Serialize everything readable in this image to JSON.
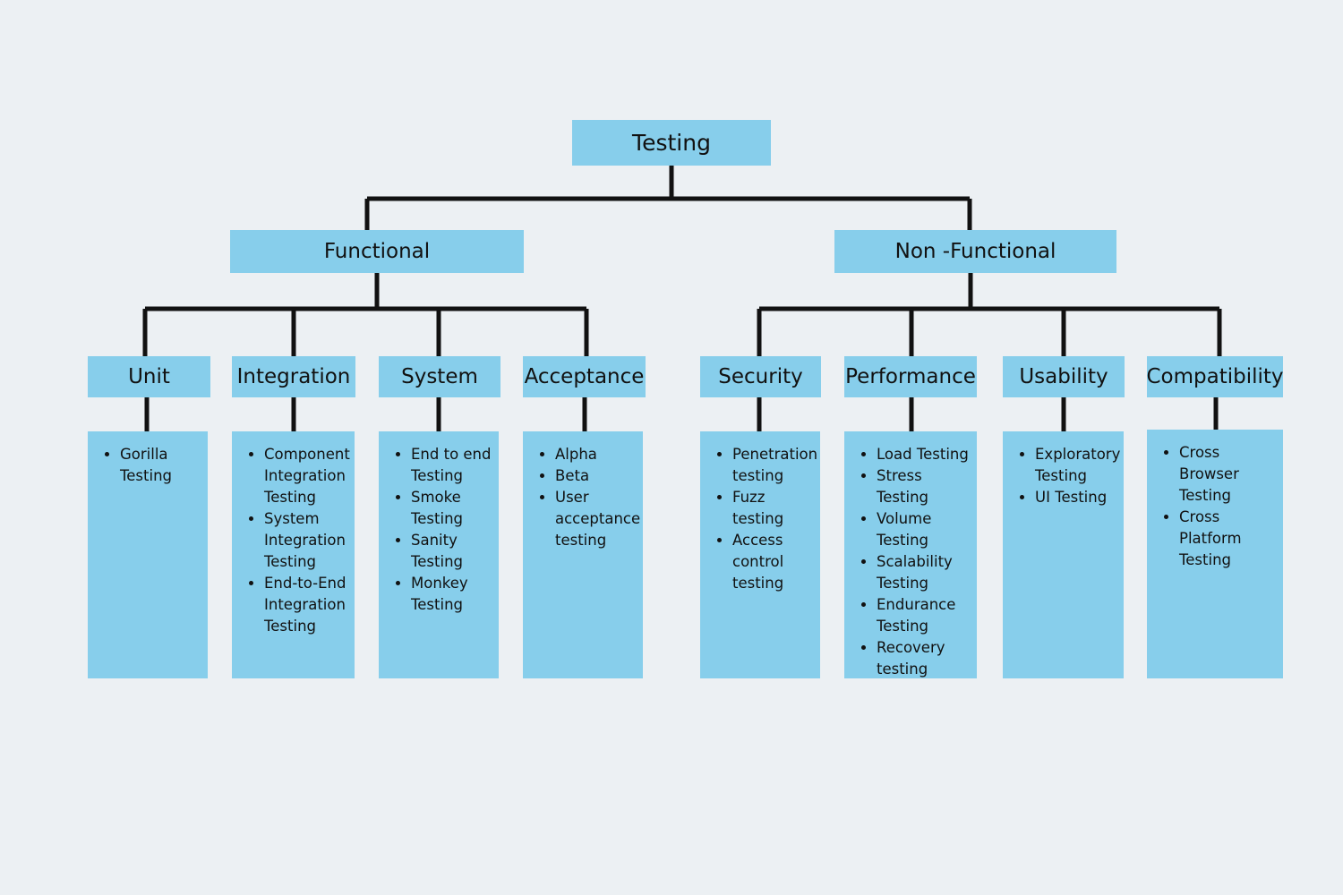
{
  "diagram": {
    "title": "Testing",
    "colors": {
      "background": "#ECF0F3",
      "node_fill": "#87CEEB",
      "connector": "#111111",
      "text": "#111111"
    },
    "root": {
      "label": "Testing"
    },
    "branches": [
      {
        "label": "Functional",
        "categories": [
          {
            "label": "Unit",
            "items": [
              "Gorilla Testing"
            ]
          },
          {
            "label": "Integration",
            "items": [
              "Component Integration Testing",
              "System Integration Testing",
              "End-to-End Integration Testing"
            ]
          },
          {
            "label": "System",
            "items": [
              "End to end Testing",
              "Smoke Testing",
              "Sanity Testing",
              "Monkey Testing"
            ]
          },
          {
            "label": "Acceptance",
            "items": [
              "Alpha",
              "Beta",
              "User acceptance testing"
            ]
          }
        ]
      },
      {
        "label": "Non -Functional",
        "categories": [
          {
            "label": "Security",
            "items": [
              "Penetration testing",
              "Fuzz testing",
              "Access control testing"
            ]
          },
          {
            "label": "Performance",
            "items": [
              "Load Testing",
              "Stress Testing",
              "Volume Testing",
              "Scalability Testing",
              "Endurance Testing",
              "Recovery testing"
            ]
          },
          {
            "label": "Usability",
            "items": [
              "Exploratory Testing",
              "UI Testing"
            ]
          },
          {
            "label": "Compatibility",
            "items": [
              "Cross Browser Testing",
              "Cross Platform Testing"
            ]
          }
        ]
      }
    ]
  }
}
